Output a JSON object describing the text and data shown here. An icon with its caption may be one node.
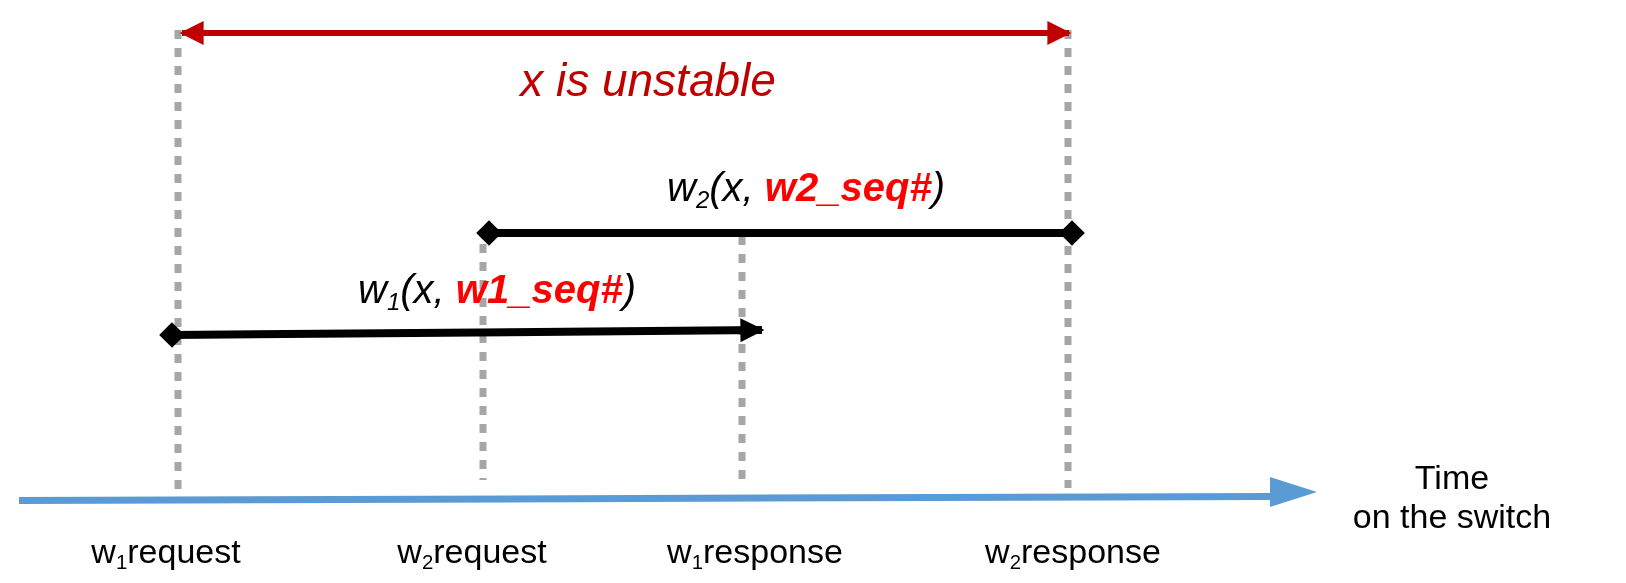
{
  "diagram": {
    "labels": [
      "x is unstable",
      "w$_{2}$(x, **w2_seq#**)",
      "w$_{1}$(x, **w1_seq#**)",
      "Time on the switch",
      "w$_{1}$request",
      "w$_{2}$request",
      "w$_{1}$response",
      "w$_{2}$response"
    ]
  }
}
